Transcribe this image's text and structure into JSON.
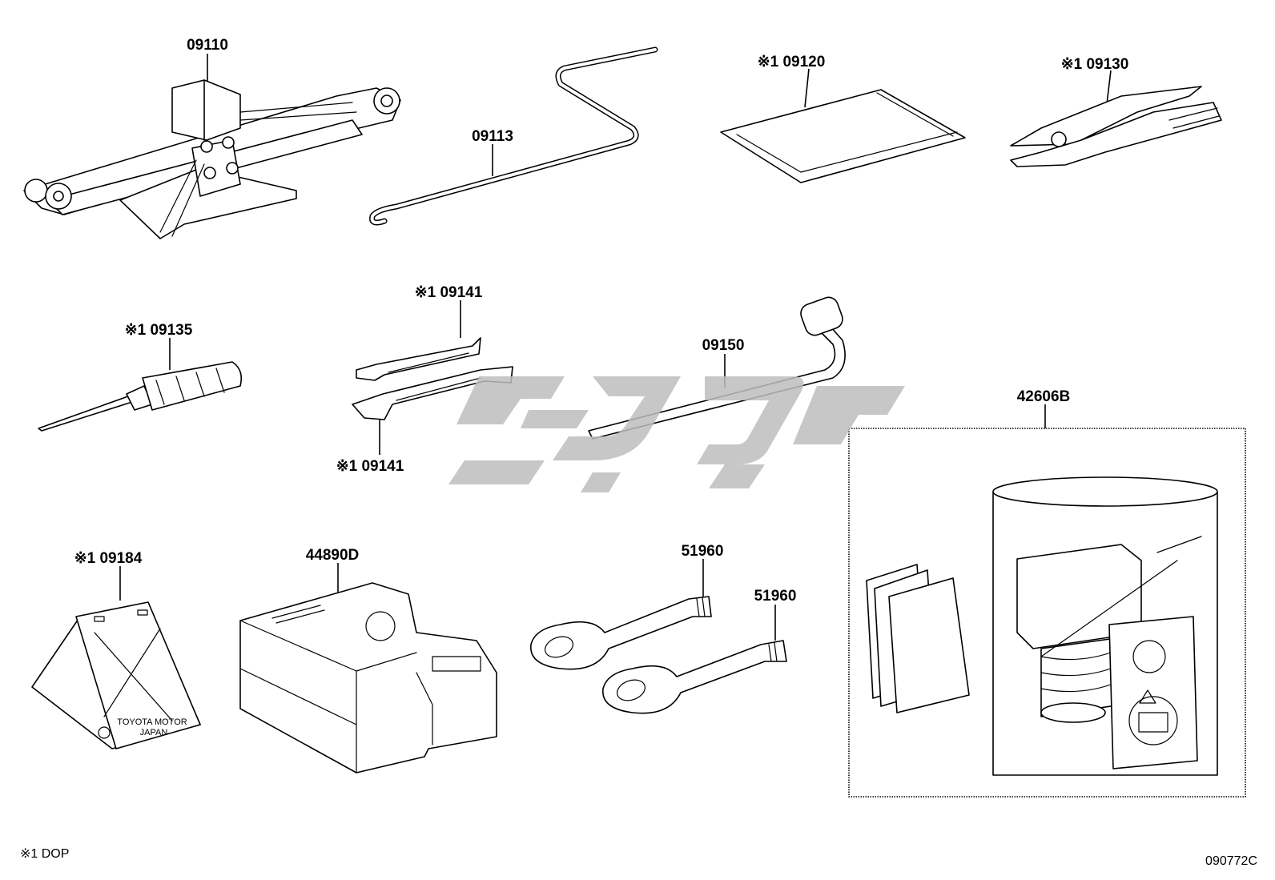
{
  "labels": {
    "jack": "09110",
    "jack_handle": "09113",
    "tool_bag": "※1 09120",
    "pliers": "※1 09130",
    "screwdriver": "※1 09135",
    "wrench_top": "※1 09141",
    "wrench_bottom": "※1 09141",
    "wheel_nut_wrench": "09150",
    "repair_kit": "42606B",
    "wheel_chock": "※1 09184",
    "compressor": "44890D",
    "towing_eye_1": "51960",
    "towing_eye_2": "51960"
  },
  "chock_text": {
    "line1": "TOYOTA MOTOR",
    "line2": "JAPAN"
  },
  "footer": {
    "note": "※1 DOP",
    "code": "090772C"
  }
}
